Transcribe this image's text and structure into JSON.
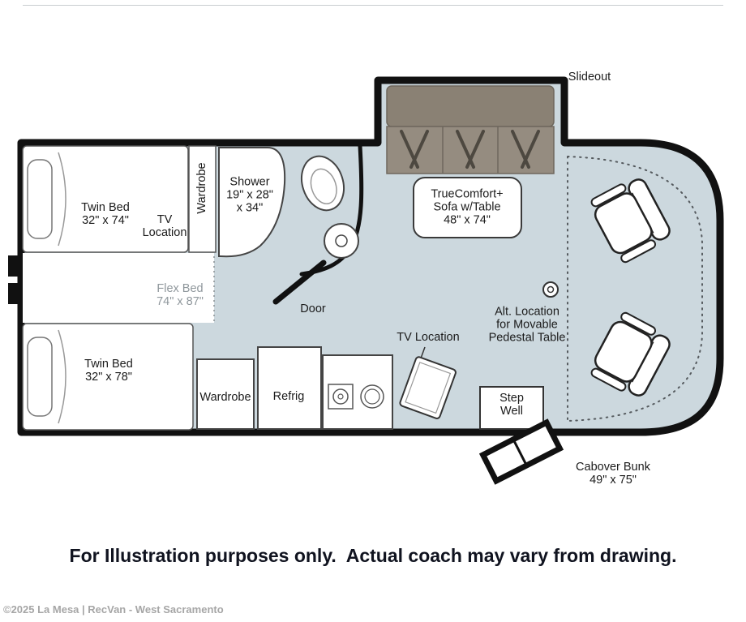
{
  "colors": {
    "floor": "#ccd8de",
    "wall": "#111111",
    "furniture": "#ffffff",
    "sofa_back": "#8a8174",
    "sofa_seat": "#958c80",
    "label": "#1b1b1b",
    "muted_label": "#8f979c"
  },
  "annotations": {
    "slideout": "Slideout",
    "sofa": "TrueComfort+\nSofa w/Table\n48\" x 74\"",
    "twin_bed_top": "Twin Bed\n32\" x 74\"",
    "tv_location_top": "TV\nLocation",
    "wardrobe_top": "Wardrobe",
    "shower": "Shower\n19\" x 28\"\nx 34\"",
    "flex_bed": "Flex Bed\n74\" x 87\"",
    "door": "Door",
    "twin_bed_bottom": "Twin Bed\n32\" x 78\"",
    "wardrobe_bottom": "Wardrobe",
    "refrig": "Refrig",
    "tv_location_bottom": "TV Location",
    "step_well": "Step\nWell",
    "alt_table": "Alt. Location\nfor Movable\nPedestal Table",
    "cabover_bunk": "Cabover Bunk\n49\" x 75\""
  },
  "footer": {
    "disclaimer": "For Illustration purposes only.  Actual coach may vary from drawing.",
    "copyright": "©2025 La Mesa | RecVan - West Sacramento"
  }
}
